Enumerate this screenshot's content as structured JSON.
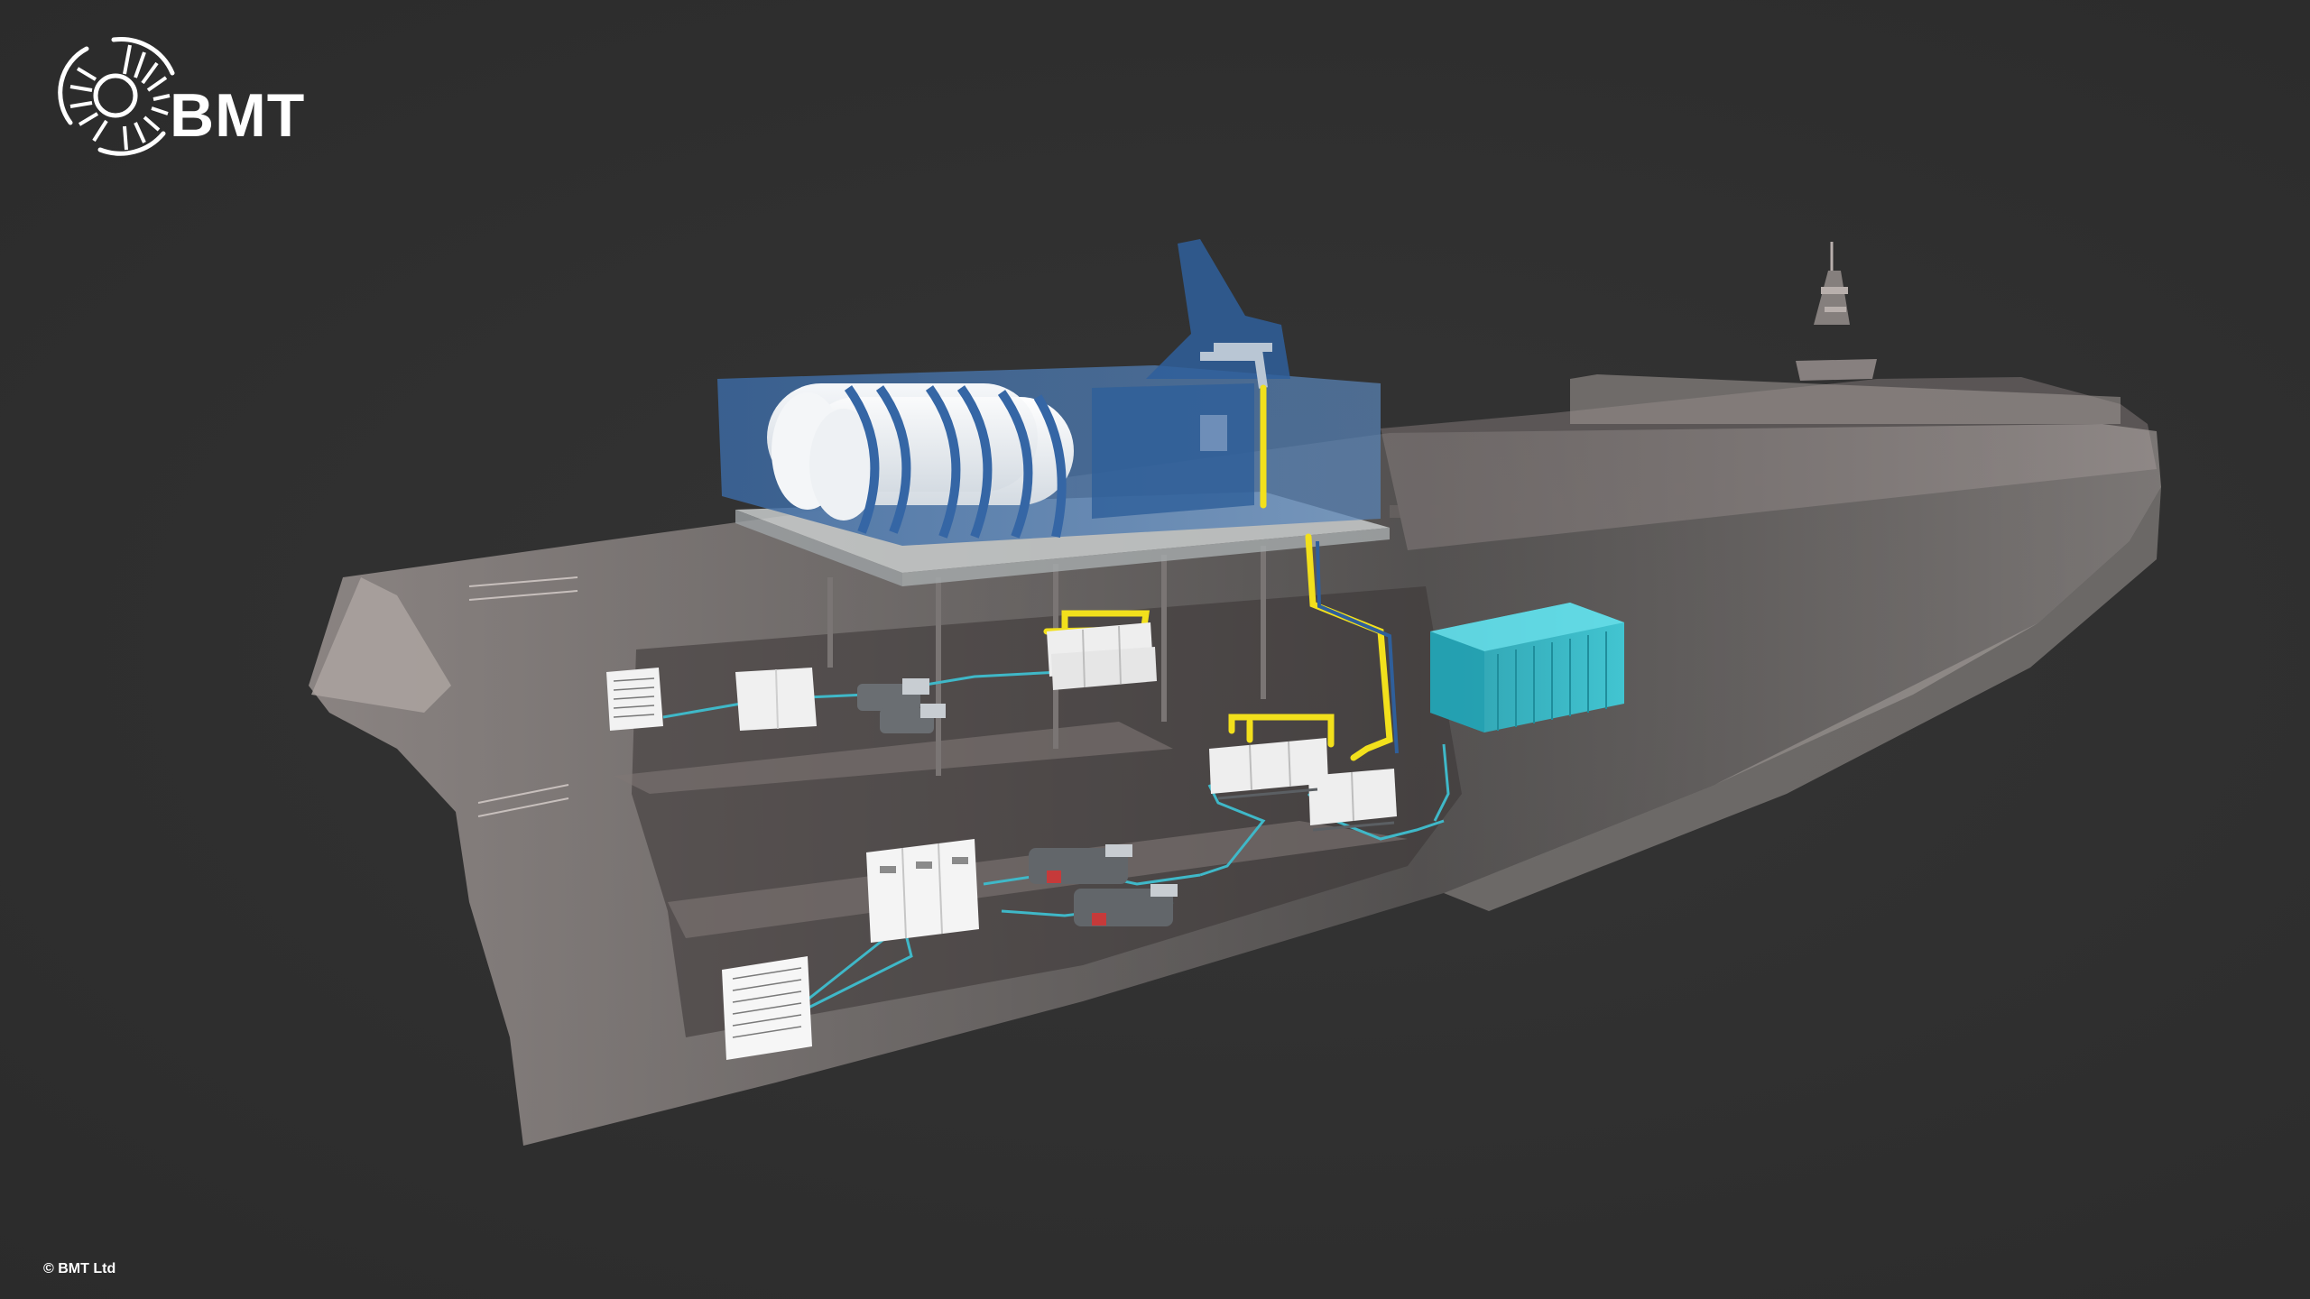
{
  "brand": {
    "name": "BMT",
    "logo_icon": "bmt-globe-mark-icon"
  },
  "illustration": {
    "icon": "ship-cutaway-illustration",
    "colors": {
      "background": "#303030",
      "hull": "#9a9290",
      "tank_room": "#3f6fa8",
      "pipe_yellow": "#f2e01c",
      "cable_cyan": "#3fb8c8",
      "container": "#2fc4d4"
    }
  },
  "footer": {
    "copyright": "© BMT Ltd"
  }
}
